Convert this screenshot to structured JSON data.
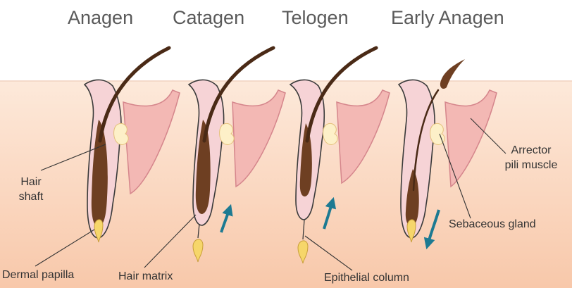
{
  "stages": [
    {
      "key": "anagen",
      "title": "Anagen"
    },
    {
      "key": "catagen",
      "title": "Catagen"
    },
    {
      "key": "telogen",
      "title": "Telogen"
    },
    {
      "key": "early_anagen",
      "title": "Early Anagen"
    }
  ],
  "labels": {
    "hair_shaft_1": "Hair",
    "hair_shaft_2": "shaft",
    "dermal_papilla": "Dermal papilla",
    "hair_matrix": "Hair matrix",
    "epithelial_column": "Epithelial column",
    "arrector_1": "Arrector",
    "arrector_2": "pili muscle",
    "sebaceous_gland": "Sebaceous gland"
  },
  "colors": {
    "skin_top": "#ffffff",
    "skin_mid": "#fde9da",
    "skin_bottom": "#f8c8aa",
    "follicle_sheath": "#f6d3d6",
    "follicle_outline": "#3a3a3a",
    "muscle": "#f3b8b4",
    "muscle_line": "#d5868c",
    "gland": "#fdf0c8",
    "hair_bulb": "#6e3f22",
    "hair_shaft": "#4a2a16",
    "papilla": "#f6d66a",
    "arrow": "#1d7a92"
  }
}
